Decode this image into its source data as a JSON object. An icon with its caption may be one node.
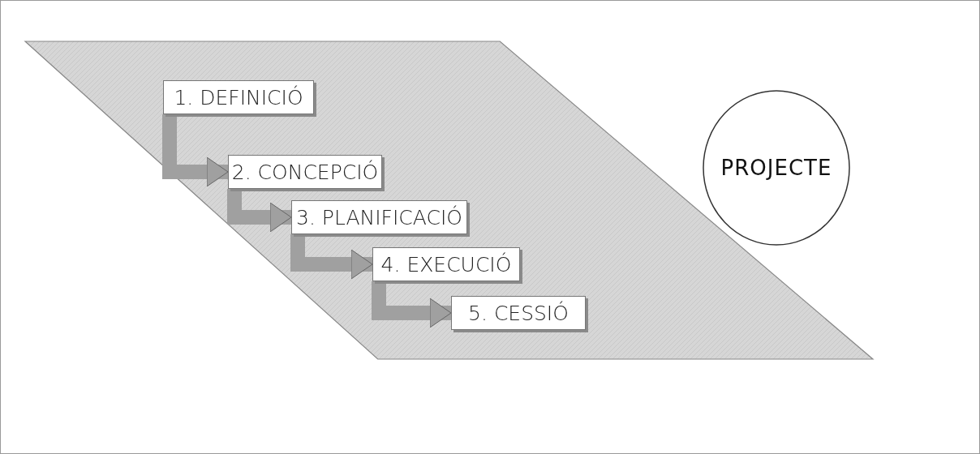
{
  "diagram": {
    "nodes": [
      {
        "text": [],
        "shape": "parallelogram"
      },
      {
        "text": [
          "1. DEFINICIÓ"
        ],
        "in": 0
      },
      {
        "text": [
          "2. CONCEPCIÓ"
        ],
        "in": 0
      },
      {
        "text": [
          "3. PLANIFICACIÓ"
        ],
        "in": 0
      },
      {
        "text": [
          "4. EXECUCIÓ"
        ],
        "in": 0
      },
      {
        "text": [
          "5. CESSIÓ"
        ],
        "in": 0
      },
      {
        "text": [
          "PROJECTE"
        ]
      }
    ],
    "edges": [
      {
        "from": 1,
        "to": 2,
        "arrow": "to"
      },
      {
        "from": 2,
        "to": 3,
        "arrow": "to"
      },
      {
        "from": 3,
        "to": 4,
        "arrow": "to"
      },
      {
        "from": 4,
        "to": 5,
        "arrow": "to"
      }
    ]
  }
}
